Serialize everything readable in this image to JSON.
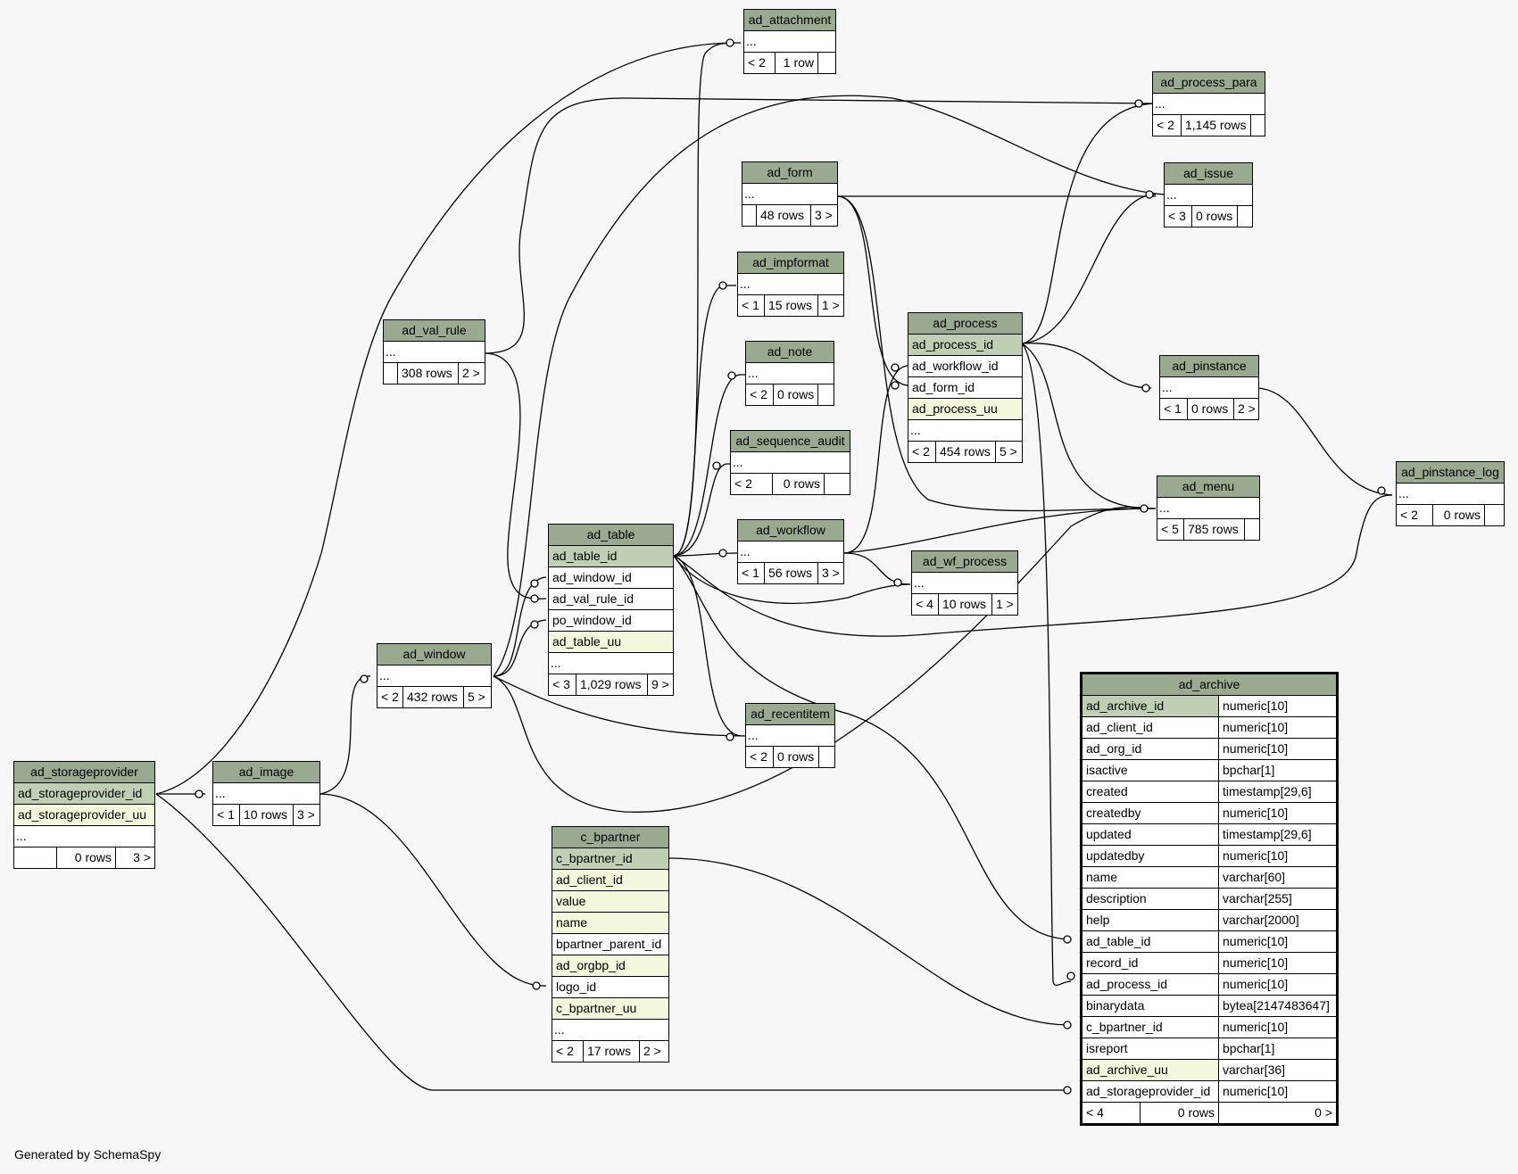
{
  "footer": "Generated by SchemaSpy",
  "tables": {
    "ad_attachment": {
      "name": "ad_attachment",
      "ellipsis": "...",
      "parents": "< 2",
      "rows": "1 row",
      "children": ""
    },
    "ad_process_para": {
      "name": "ad_process_para",
      "ellipsis": "...",
      "parents": "< 2",
      "rows": "1,145 rows",
      "children": ""
    },
    "ad_issue": {
      "name": "ad_issue",
      "ellipsis": "...",
      "parents": "< 3",
      "rows": "0 rows",
      "children": ""
    },
    "ad_form": {
      "name": "ad_form",
      "ellipsis": "...",
      "parents": "",
      "rows": "48 rows",
      "children": "3 >"
    },
    "ad_impformat": {
      "name": "ad_impformat",
      "ellipsis": "...",
      "parents": "< 1",
      "rows": "15 rows",
      "children": "1 >"
    },
    "ad_note": {
      "name": "ad_note",
      "ellipsis": "...",
      "parents": "< 2",
      "rows": "0 rows",
      "children": ""
    },
    "ad_sequence_audit": {
      "name": "ad_sequence_audit",
      "ellipsis": "...",
      "parents": "< 2",
      "rows": "0 rows",
      "children": ""
    },
    "ad_workflow": {
      "name": "ad_workflow",
      "ellipsis": "...",
      "parents": "< 1",
      "rows": "56 rows",
      "children": "3 >"
    },
    "ad_wf_process": {
      "name": "ad_wf_process",
      "ellipsis": "...",
      "parents": "< 4",
      "rows": "10 rows",
      "children": "1 >"
    },
    "ad_val_rule": {
      "name": "ad_val_rule",
      "ellipsis": "...",
      "parents": "",
      "rows": "308 rows",
      "children": "2 >"
    },
    "ad_process": {
      "name": "ad_process",
      "columns": [
        "ad_process_id",
        "ad_workflow_id",
        "ad_form_id",
        "ad_process_uu"
      ],
      "ellipsis": "...",
      "parents": "< 2",
      "rows": "454 rows",
      "children": "5 >"
    },
    "ad_pinstance": {
      "name": "ad_pinstance",
      "ellipsis": "...",
      "parents": "< 1",
      "rows": "0 rows",
      "children": "2 >"
    },
    "ad_menu": {
      "name": "ad_menu",
      "ellipsis": "...",
      "parents": "< 5",
      "rows": "785 rows",
      "children": ""
    },
    "ad_pinstance_log": {
      "name": "ad_pinstance_log",
      "ellipsis": "...",
      "parents": "< 2",
      "rows": "0 rows",
      "children": ""
    },
    "ad_table": {
      "name": "ad_table",
      "columns": [
        "ad_table_id",
        "ad_window_id",
        "ad_val_rule_id",
        "po_window_id",
        "ad_table_uu"
      ],
      "ellipsis": "...",
      "parents": "< 3",
      "rows": "1,029 rows",
      "children": "9 >"
    },
    "ad_window": {
      "name": "ad_window",
      "ellipsis": "...",
      "parents": "< 2",
      "rows": "432 rows",
      "children": "5 >"
    },
    "ad_recentitem": {
      "name": "ad_recentitem",
      "ellipsis": "...",
      "parents": "< 2",
      "rows": "0 rows",
      "children": ""
    },
    "ad_storageprovider": {
      "name": "ad_storageprovider",
      "columns": [
        "ad_storageprovider_id",
        "ad_storageprovider_uu"
      ],
      "ellipsis": "...",
      "parents": "",
      "rows": "0 rows",
      "children": "3 >"
    },
    "ad_image": {
      "name": "ad_image",
      "ellipsis": "...",
      "parents": "< 1",
      "rows": "10 rows",
      "children": "3 >"
    },
    "c_bpartner": {
      "name": "c_bpartner",
      "columns": [
        "c_bpartner_id",
        "ad_client_id",
        "value",
        "name",
        "bpartner_parent_id",
        "ad_orgbp_id",
        "logo_id",
        "c_bpartner_uu"
      ],
      "ellipsis": "...",
      "parents": "< 2",
      "rows": "17 rows",
      "children": "2 >"
    },
    "ad_archive": {
      "name": "ad_archive",
      "columns": [
        {
          "name": "ad_archive_id",
          "type": "numeric[10]"
        },
        {
          "name": "ad_client_id",
          "type": "numeric[10]"
        },
        {
          "name": "ad_org_id",
          "type": "numeric[10]"
        },
        {
          "name": "isactive",
          "type": "bpchar[1]"
        },
        {
          "name": "created",
          "type": "timestamp[29,6]"
        },
        {
          "name": "createdby",
          "type": "numeric[10]"
        },
        {
          "name": "updated",
          "type": "timestamp[29,6]"
        },
        {
          "name": "updatedby",
          "type": "numeric[10]"
        },
        {
          "name": "name",
          "type": "varchar[60]"
        },
        {
          "name": "description",
          "type": "varchar[255]"
        },
        {
          "name": "help",
          "type": "varchar[2000]"
        },
        {
          "name": "ad_table_id",
          "type": "numeric[10]"
        },
        {
          "name": "record_id",
          "type": "numeric[10]"
        },
        {
          "name": "ad_process_id",
          "type": "numeric[10]"
        },
        {
          "name": "binarydata",
          "type": "bytea[2147483647]"
        },
        {
          "name": "c_bpartner_id",
          "type": "numeric[10]"
        },
        {
          "name": "isreport",
          "type": "bpchar[1]"
        },
        {
          "name": "ad_archive_uu",
          "type": "varchar[36]"
        },
        {
          "name": "ad_storageprovider_id",
          "type": "numeric[10]"
        }
      ],
      "parents": "< 4",
      "rows": "0 rows",
      "children": "0 >"
    }
  }
}
